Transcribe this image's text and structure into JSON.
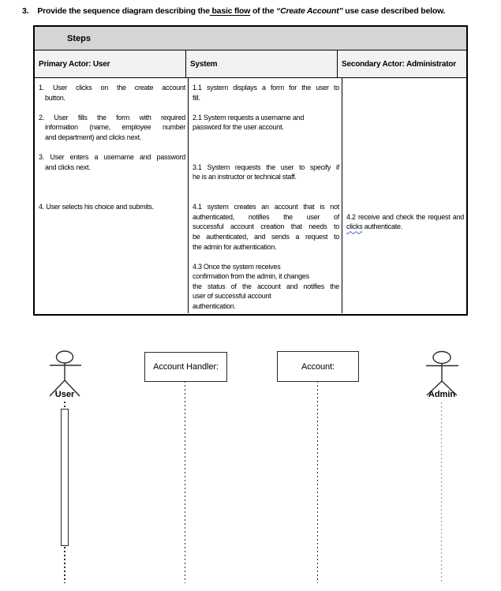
{
  "title": {
    "num": "3.",
    "part1": "Provide the sequence diagram describing the",
    "underlined": " basic flow",
    "part2": " of the ",
    "italic": "“Create Account”",
    "part3": " use case described below."
  },
  "table": {
    "steps_label": "Steps",
    "columns": [
      "Primary Actor: User",
      "System",
      "Secondary Actor: Administrator"
    ],
    "body": {
      "col1_lines": [
        {
          "t": "1. User clicks on the create account",
          "j": true
        },
        {
          "t": "button.",
          "ind": 8
        },
        {
          "t": ""
        },
        {
          "t": "2.  User fills the form with required",
          "j": true
        },
        {
          "t": "information (name, employee number",
          "ind": 8,
          "j": true
        },
        {
          "t": "and department) and clicks next.",
          "ind": 8
        },
        {
          "t": ""
        },
        {
          "t": "3. User enters a username and password",
          "j": true
        },
        {
          "t": "and clicks next.",
          "ind": 8
        },
        {
          "t": ""
        },
        {
          "t": ""
        },
        {
          "t": ""
        },
        {
          "t": "4. User selects his choice and submits."
        }
      ],
      "col2_lines": [
        {
          "t": "1.1 system displays a form for the user to",
          "j": true
        },
        {
          "t": "fill."
        },
        {
          "t": ""
        },
        {
          "t": "2.1 System requests a username and"
        },
        {
          "t": "password for the user account."
        },
        {
          "t": ""
        },
        {
          "t": ""
        },
        {
          "t": ""
        },
        {
          "t": "3.1 System requests the user to specify if",
          "j": true
        },
        {
          "t": "he is an instructor or technical staff."
        },
        {
          "t": ""
        },
        {
          "t": ""
        },
        {
          "t": "4.1 system creates an account that is not",
          "j": true
        },
        {
          "t": "authenticated, notifies the user of",
          "j": true
        },
        {
          "t": "successful account creation that needs to",
          "j": true
        },
        {
          "t": "be authenticated, and sends a request to",
          "j": true
        },
        {
          "t": "the admin for authentication."
        },
        {
          "t": ""
        },
        {
          "t": "4.3 Once the system receives"
        },
        {
          "t": "confirmation from the admin, it changes"
        },
        {
          "t": "the status of the account and notifies the",
          "j": true
        },
        {
          "t": "user of successful account"
        },
        {
          "t": "authentication."
        }
      ],
      "col3_lines": [
        {
          "t": ""
        },
        {
          "t": ""
        },
        {
          "t": ""
        },
        {
          "t": ""
        },
        {
          "t": ""
        },
        {
          "t": ""
        },
        {
          "t": ""
        },
        {
          "t": ""
        },
        {
          "t": ""
        },
        {
          "t": ""
        },
        {
          "t": ""
        },
        {
          "t": ""
        },
        {
          "t": ""
        },
        {
          "t": "4.2 receive and check the request and",
          "j": true
        },
        {
          "parts": [
            {
              "t": "clicks",
              "sq": true
            },
            {
              "t": " authenticate."
            }
          ]
        }
      ]
    }
  },
  "diagram": {
    "user_label": "User",
    "admin_label": "Admin",
    "object1_label": "Account Handler:",
    "object2_label": "Account:"
  }
}
